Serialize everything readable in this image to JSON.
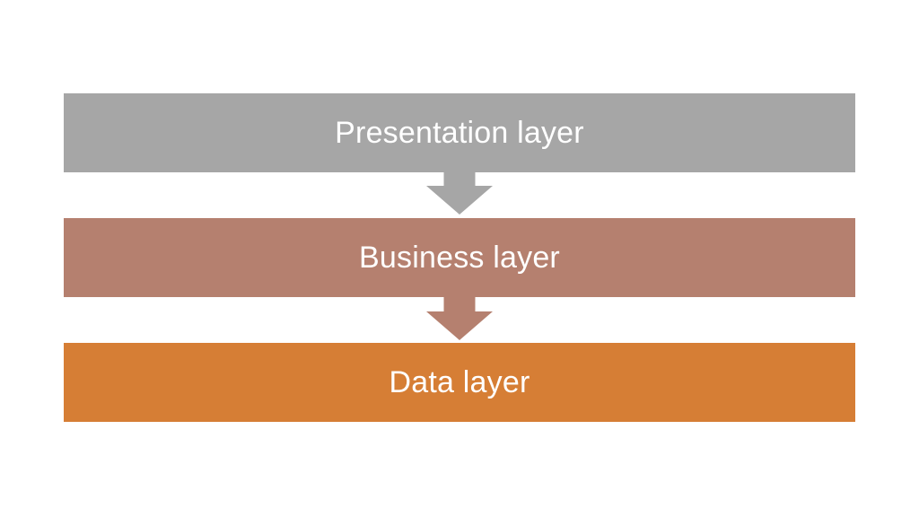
{
  "diagram": {
    "background_color": "#ffffff",
    "text_color": "#ffffff",
    "layers": [
      {
        "label": "Presentation layer",
        "color": "#a6a6a6"
      },
      {
        "label": "Business layer",
        "color": "#b5806f"
      },
      {
        "label": "Data layer",
        "color": "#d67e35"
      }
    ],
    "arrows": [
      {
        "direction": "down",
        "color": "#a6a6a6"
      },
      {
        "direction": "down",
        "color": "#b5806f"
      }
    ]
  }
}
